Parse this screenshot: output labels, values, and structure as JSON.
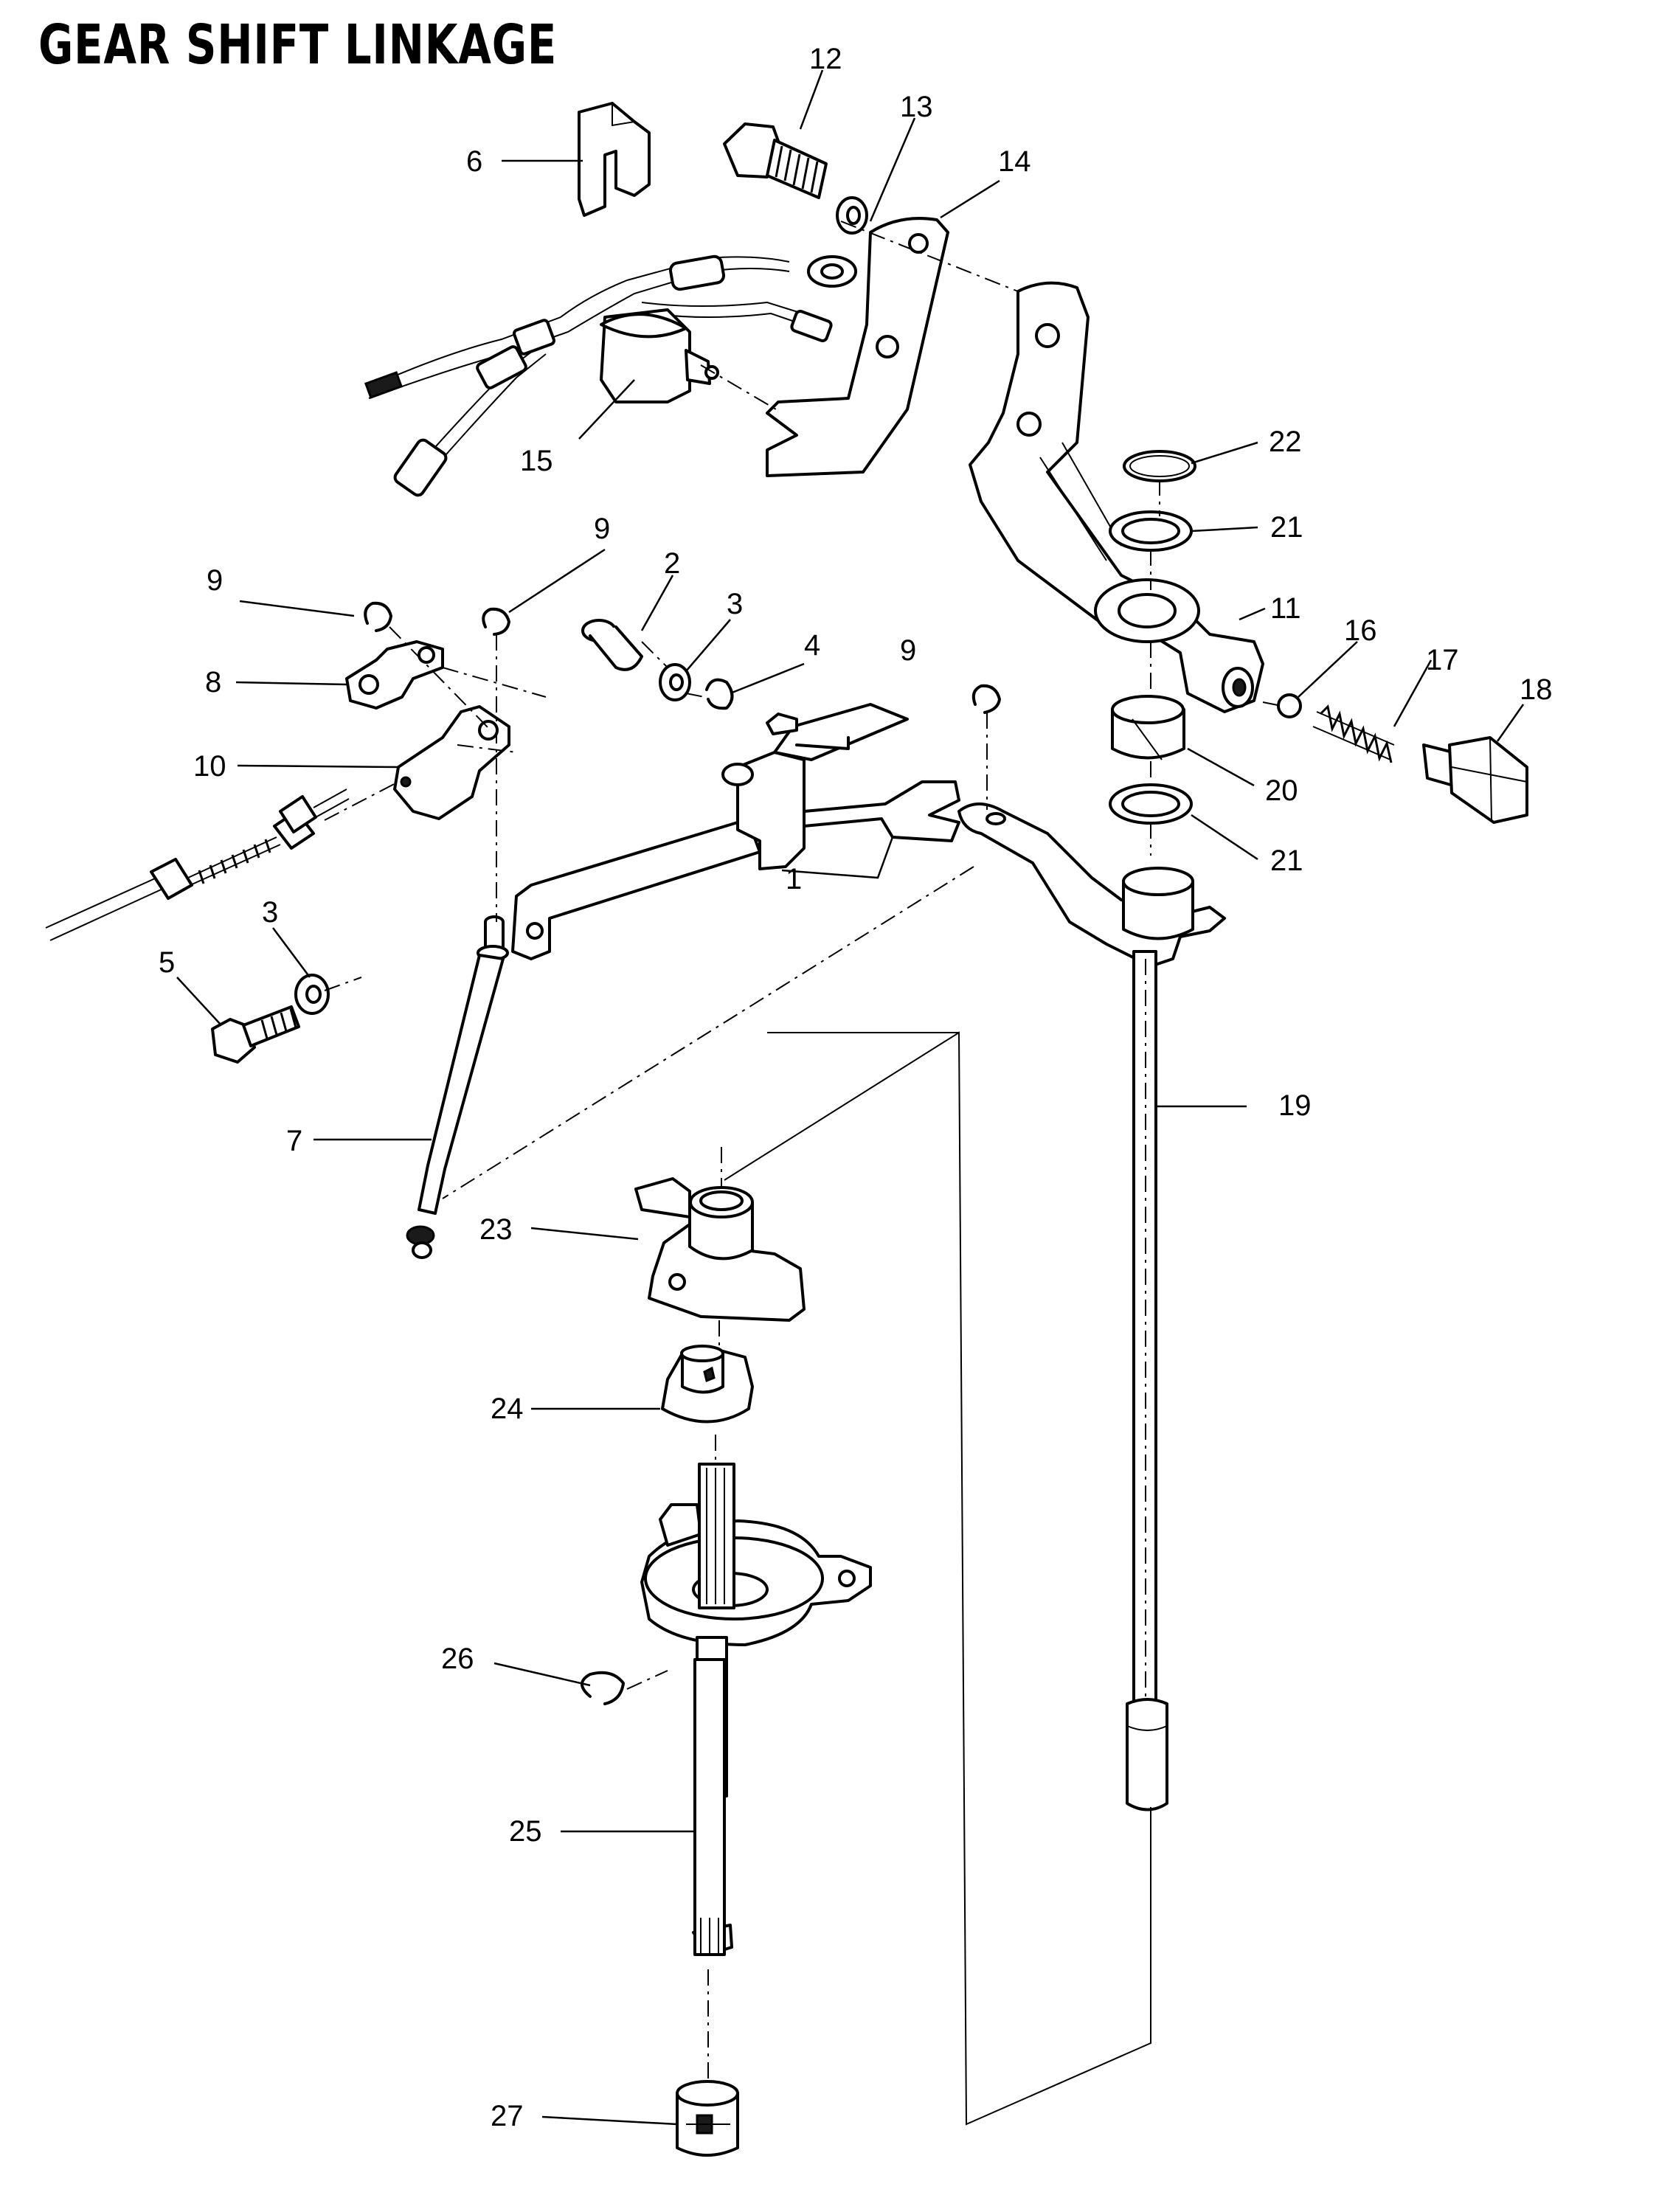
{
  "title": "GEAR SHIFT LINKAGE",
  "part_labels": {
    "p1": "1",
    "p2": "2",
    "p3a": "3",
    "p3b": "3",
    "p4": "4",
    "p5": "5",
    "p6": "6",
    "p7": "7",
    "p8": "8",
    "p9a": "9",
    "p9b": "9",
    "p9c": "9",
    "p10": "10",
    "p11": "11",
    "p12": "12",
    "p13": "13",
    "p14": "14",
    "p15": "15",
    "p16": "16",
    "p17": "17",
    "p18": "18",
    "p19": "19",
    "p20": "20",
    "p21a": "21",
    "p21b": "21",
    "p22": "22",
    "p23": "23",
    "p24": "24",
    "p25": "25",
    "p26": "26",
    "p27": "27"
  }
}
